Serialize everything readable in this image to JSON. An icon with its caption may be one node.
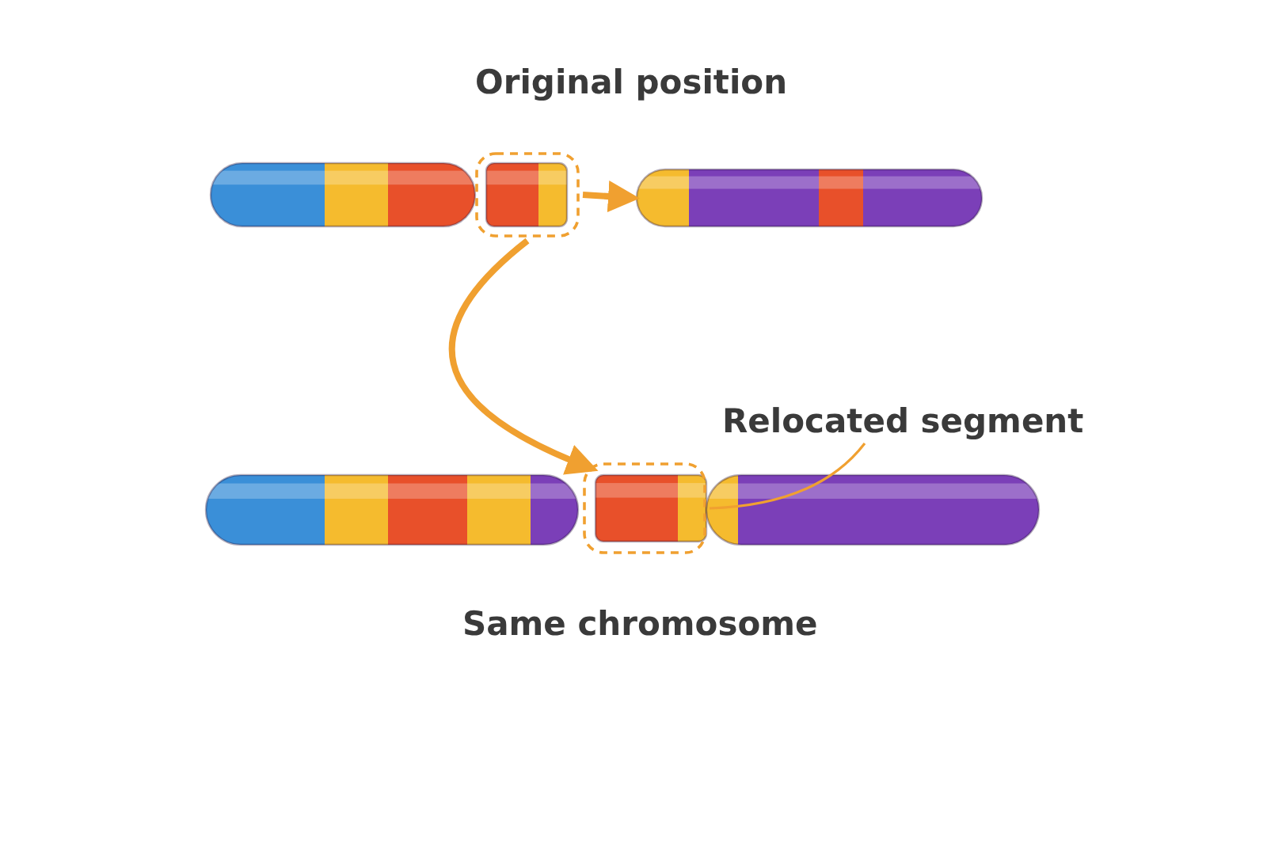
{
  "diagram": {
    "nodes": [
      {
        "text": [],
        "shape": "bar"
      },
      {
        "text": [],
        "shape": "bar"
      },
      {
        "text": [],
        "shape": "bar"
      },
      {
        "text": [],
        "shape": "bar"
      },
      {
        "text": [],
        "shape": "bar"
      },
      {
        "text": [],
        "shape": "bar"
      },
      {
        "text": [
          "Relocated segment"
        ]
      }
    ],
    "edges": [
      {
        "from": 1,
        "to": 2,
        "arrow": "to"
      },
      {
        "from": 1,
        "to": 4,
        "arrow": "to"
      },
      {
        "from": 6,
        "to": 4,
        "arrow": "none"
      }
    ],
    "labels": [
      "Original position",
      "Same chromosome"
    ]
  }
}
